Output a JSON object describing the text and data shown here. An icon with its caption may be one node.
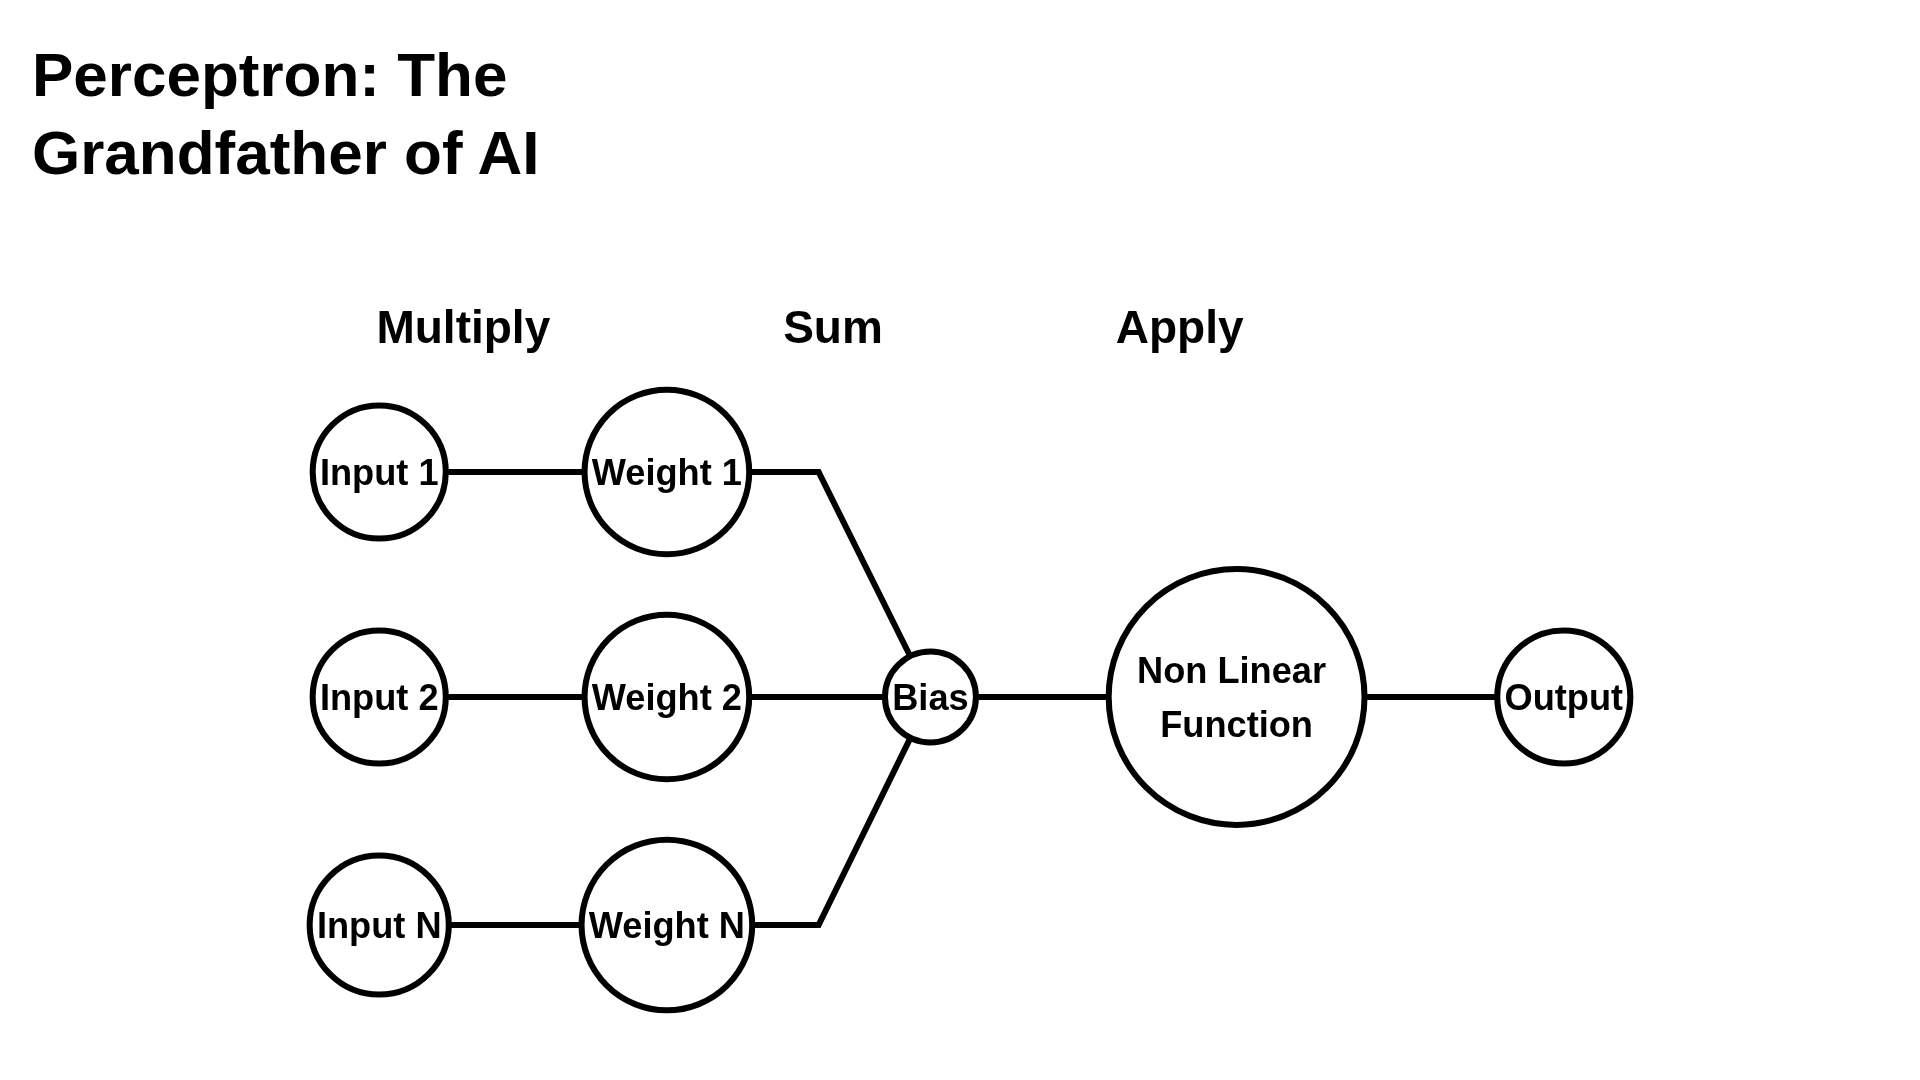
{
  "diagram": {
    "title": "Perceptron: The Grandfather of AI",
    "nodes": [
      {
        "text": [
          "Input 1"
        ]
      },
      {
        "text": [
          "Weight 1"
        ]
      },
      {
        "text": [
          "Input 2"
        ]
      },
      {
        "text": [
          "Weight 2"
        ]
      },
      {
        "text": [
          "Bias"
        ]
      },
      {
        "text": [
          "Non Linear Function"
        ]
      },
      {
        "text": [
          "Output"
        ]
      },
      {
        "text": [
          "Input N"
        ]
      },
      {
        "text": [
          "Weight N"
        ]
      }
    ],
    "edges": [
      {
        "from": 0,
        "to": 1,
        "arrow": "none"
      },
      {
        "from": 2,
        "to": 3,
        "arrow": "none"
      },
      {
        "from": 7,
        "to": 8,
        "arrow": "none"
      },
      {
        "from": 1,
        "to": 4,
        "arrow": "none"
      },
      {
        "from": 3,
        "to": 4,
        "arrow": "none"
      },
      {
        "from": 8,
        "to": 4,
        "arrow": "none"
      },
      {
        "from": 4,
        "to": 5,
        "arrow": "none"
      },
      {
        "from": 5,
        "to": 6,
        "arrow": "none"
      }
    ],
    "labels": [
      "Multiply",
      "Sum",
      "Apply"
    ]
  }
}
